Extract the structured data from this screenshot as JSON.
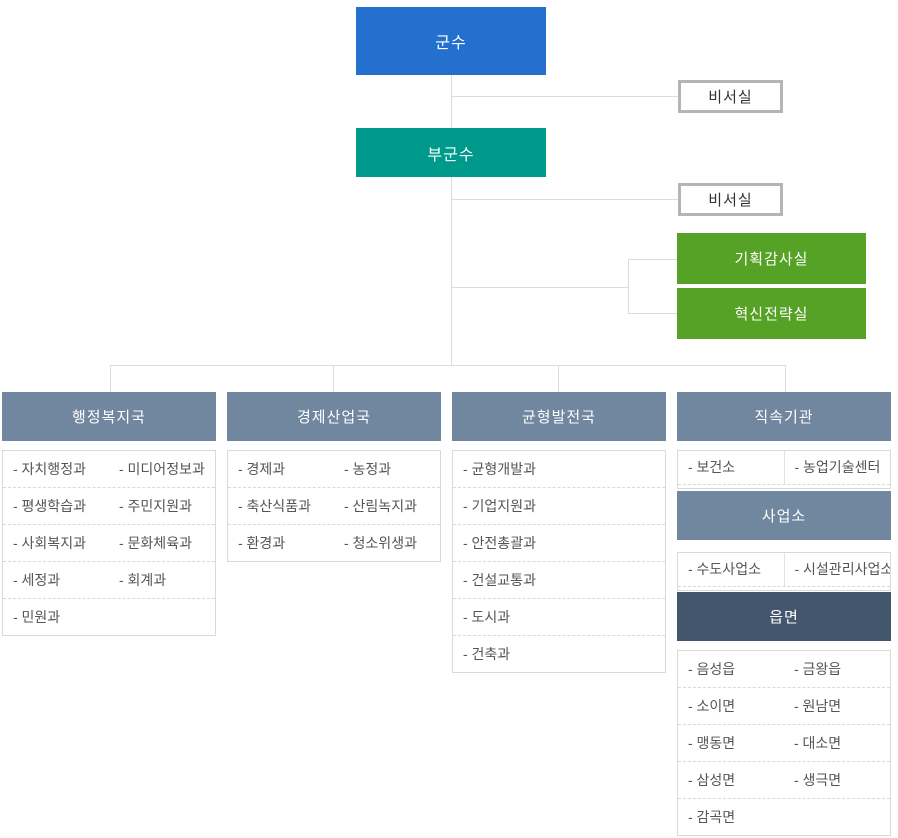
{
  "palette": {
    "governor_blue": "#2470CE",
    "vice_teal": "#009A8D",
    "office_green": "#56A226",
    "header_slate": "#71869F",
    "header_navy": "#44566E",
    "connector_gray": "#DCDCDC",
    "list_border_gray": "#D9D9D9",
    "list_text_gray": "#555555"
  },
  "nodes": {
    "governor": "군수",
    "secretary_top": "비서실",
    "vice_governor": "부군수",
    "secretary_vice": "비서실",
    "planning_audit_office": "기획감사실",
    "innovation_strategy_office": "혁신전략실"
  },
  "columns": [
    {
      "header": "행정복지국",
      "items": [
        [
          "- 자치행정과",
          "- 미디어정보과"
        ],
        [
          "- 평생학습과",
          "- 주민지원과"
        ],
        [
          "- 사회복지과",
          "- 문화체육과"
        ],
        [
          "- 세정과",
          "- 회계과"
        ],
        [
          "- 민원과",
          ""
        ]
      ]
    },
    {
      "header": "경제산업국",
      "items": [
        [
          "- 경제과",
          "- 농정과"
        ],
        [
          "- 축산식품과",
          "- 산림녹지과"
        ],
        [
          "- 환경과",
          "- 청소위생과"
        ]
      ]
    },
    {
      "header": "균형발전국",
      "items": [
        [
          "- 균형개발과"
        ],
        [
          "- 기업지원과"
        ],
        [
          "- 안전총괄과"
        ],
        [
          "- 건설교통과"
        ],
        [
          "- 도시과"
        ],
        [
          "- 건축과"
        ]
      ]
    },
    {
      "header": "직속기관",
      "items": [
        [
          "- 보건소",
          "- 농업기술센터"
        ]
      ],
      "sub_sections": [
        {
          "header": "사업소",
          "items": [
            [
              "- 수도사업소",
              "- 시설관리사업소"
            ]
          ]
        },
        {
          "header": "읍면",
          "items": [
            [
              "- 음성읍",
              "- 금왕읍"
            ],
            [
              "- 소이면",
              "- 원남면"
            ],
            [
              "- 맹동면",
              "- 대소면"
            ],
            [
              "- 삼성면",
              "- 생극면"
            ],
            [
              "- 감곡면",
              ""
            ]
          ]
        }
      ]
    }
  ]
}
